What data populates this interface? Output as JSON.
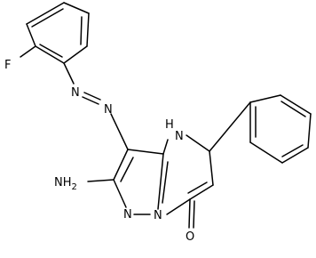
{
  "molecule": {
    "atom_labels": {
      "fluorine": "F",
      "azo_n1": "N",
      "azo_n2": "N",
      "ring_nh": "H",
      "ring_nh_n": "N",
      "amino": "NH",
      "amino_sub": "2",
      "pyrazole_n": "N",
      "bridge_n": "N",
      "carbonyl_o": "O"
    },
    "colors": {
      "bond": "#000000",
      "background": "#ffffff"
    }
  }
}
